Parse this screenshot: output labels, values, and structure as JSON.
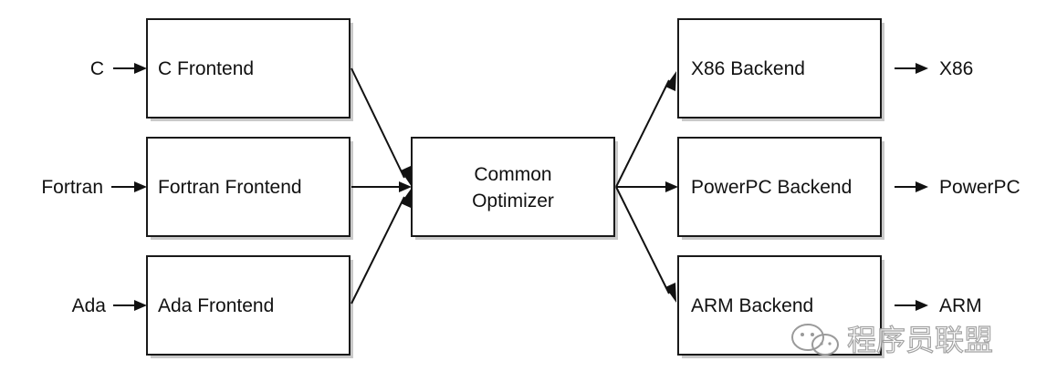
{
  "diagram": {
    "inputs": [
      "C",
      "Fortran",
      "Ada"
    ],
    "frontends": [
      "C Frontend",
      "Fortran Frontend",
      "Ada Frontend"
    ],
    "optimizer": [
      "Common",
      "Optimizer"
    ],
    "backends": [
      "X86 Backend",
      "PowerPC Backend",
      "ARM Backend"
    ],
    "outputs": [
      "X86",
      "PowerPC",
      "ARM"
    ]
  },
  "watermark": {
    "text": "程序员联盟",
    "logo_icon": "wechat-logo-icon"
  },
  "colors": {
    "stroke": "#1a1a1a",
    "shadow": "#c9c9c9",
    "background": "#ffffff",
    "watermark": "#9a9a9a"
  }
}
